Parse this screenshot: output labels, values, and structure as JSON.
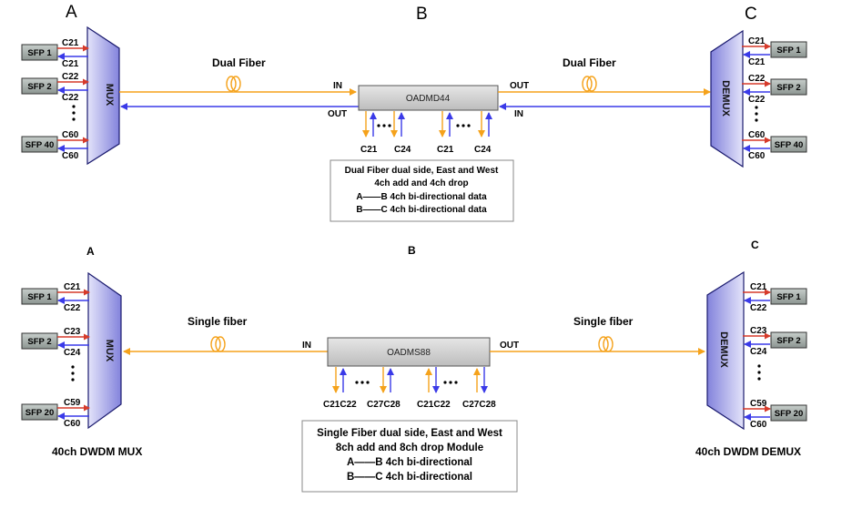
{
  "top": {
    "site_a": "A",
    "site_b": "B",
    "site_c": "C",
    "mux_label": "MUX",
    "demux_label": "DEMUX",
    "left_fiber_label": "Dual Fiber",
    "right_fiber_label": "Dual Fiber",
    "module_name": "OADMD44",
    "module_in_left": "IN",
    "module_out_left": "OUT",
    "module_out_right": "OUT",
    "module_in_right": "IN",
    "left_sfps": [
      {
        "label": "SFP 1",
        "ch_tx": "C21",
        "ch_rx": "C21"
      },
      {
        "label": "SFP 2",
        "ch_tx": "C22",
        "ch_rx": "C22"
      },
      {
        "label": "SFP 40",
        "ch_tx": "C60",
        "ch_rx": "C60"
      }
    ],
    "right_sfps": [
      {
        "label": "SFP 1",
        "ch_tx": "C21",
        "ch_rx": "C21"
      },
      {
        "label": "SFP 2",
        "ch_tx": "C22",
        "ch_rx": "C22"
      },
      {
        "label": "SFP 40",
        "ch_tx": "C60",
        "ch_rx": "C60"
      }
    ],
    "add_drop_labels": [
      "C21",
      "C24",
      "C21",
      "C24"
    ],
    "note": [
      "Dual Fiber dual side, East and West",
      "4ch add and 4ch drop",
      "A——B 4ch bi-directional data",
      "B——C 4ch bi-directional data"
    ]
  },
  "bottom": {
    "site_a": "A",
    "site_b": "B",
    "site_c": "C",
    "mux_label": "MUX",
    "demux_label": "DEMUX",
    "left_fiber_label": "Single fiber",
    "right_fiber_label": "Single fiber",
    "module_name": "OADMS88",
    "module_in": "IN",
    "module_out": "OUT",
    "left_sfps": [
      {
        "label": "SFP 1",
        "ch_tx": "C21",
        "ch_rx": "C22"
      },
      {
        "label": "SFP 2",
        "ch_tx": "C23",
        "ch_rx": "C24"
      },
      {
        "label": "SFP 20",
        "ch_tx": "C59",
        "ch_rx": "C60"
      }
    ],
    "right_sfps": [
      {
        "label": "SFP 1",
        "ch_tx": "C21",
        "ch_rx": "C22"
      },
      {
        "label": "SFP 2",
        "ch_tx": "C23",
        "ch_rx": "C24"
      },
      {
        "label": "SFP 20",
        "ch_tx": "C59",
        "ch_rx": "C60"
      }
    ],
    "add_drop_labels": [
      "C21C22",
      "C27C28",
      "C21C22",
      "C27C28"
    ],
    "caption_left": "40ch DWDM MUX",
    "caption_right": "40ch DWDM DEMUX",
    "note": [
      "Single Fiber dual side, East and West",
      "8ch add and 8ch drop Module",
      "A——B 4ch bi-directional",
      "B——C 4ch bi-directional"
    ]
  },
  "colors": {
    "orange": "#f5a21b",
    "blue": "#3a3ae8",
    "red_arrow": "#d63a2a",
    "mux_fill_light": "#d9d9f7",
    "mux_fill_dark": "#8d8de0",
    "sfp_fill": "#9ea7a3",
    "module_fill": "#d4d4d4"
  },
  "icons": {
    "fiber_coil": "fiber-coil-icon"
  }
}
